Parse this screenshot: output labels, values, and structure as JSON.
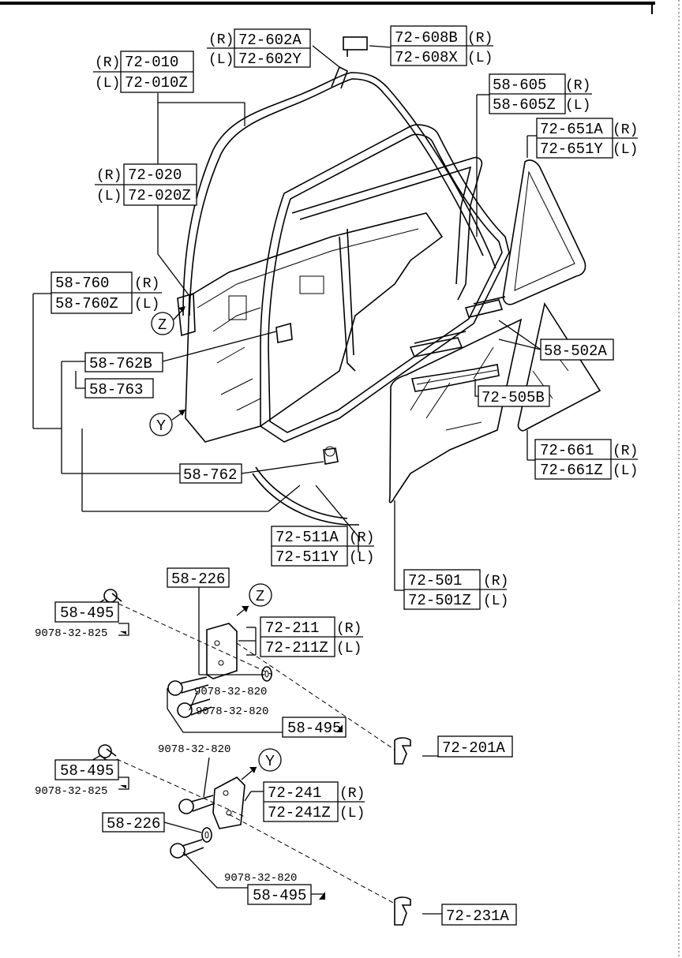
{
  "labels": {
    "p72_602a": "72-602A",
    "p72_602y": "72-602Y",
    "p72_608b": "72-608B",
    "p72_608x": "72-608X",
    "p72_010": "72-010",
    "p72_010z": "72-010Z",
    "p58_605": "58-605",
    "p58_605z": "58-605Z",
    "p72_651a": "72-651A",
    "p72_651y": "72-651Y",
    "p72_020": "72-020",
    "p72_020z": "72-020Z",
    "p58_760": "58-760",
    "p58_760z": "58-760Z",
    "p58_762b": "58-762B",
    "p58_763": "58-763",
    "p58_762": "58-762",
    "p72_661": "72-661",
    "p72_661z": "72-661Z",
    "p58_502a": "58-502A",
    "p72_505b": "72-505B",
    "p72_511a": "72-511A",
    "p72_511y": "72-511Y",
    "p72_501": "72-501",
    "p72_501z": "72-501Z",
    "p58_226_a": "58-226",
    "p58_495_a": "58-495",
    "p9078_825_a": "9078-32-825",
    "p72_211": "72-211",
    "p72_211z": "72-211Z",
    "p9078_820_a": "9078-32-820",
    "p9078_820_b": "9078-32-820",
    "p58_495_b": "58-495",
    "p72_201a": "72-201A",
    "p9078_820_c": "9078-32-820",
    "p58_495_c": "58-495",
    "p9078_825_b": "9078-32-825",
    "p72_241": "72-241",
    "p72_241z": "72-241Z",
    "p58_226_b": "58-226",
    "p9078_820_d": "9078-32-820",
    "p58_495_d": "58-495",
    "p72_231a": "72-231A"
  },
  "sides": {
    "right": "(R)",
    "left": "(L)"
  },
  "circles": {
    "z": "Z",
    "y": "Y"
  }
}
